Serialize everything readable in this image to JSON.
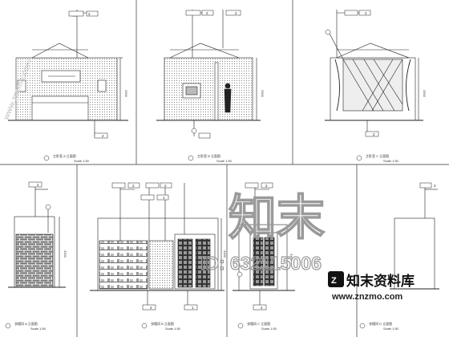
{
  "sheet": {
    "top_row": [
      {
        "title": "主卧室 A 立面图",
        "scale": "Scale 1:50",
        "tags": [
          "2",
          "2",
          "2"
        ]
      },
      {
        "title": "主卧室 B 立面图",
        "scale": "Scale 1:50",
        "tags": [
          "2",
          "2",
          "2"
        ]
      },
      {
        "title": "主卧室 C 立面图",
        "scale": "Scale 1:50",
        "tags": [
          "2",
          "2"
        ]
      }
    ],
    "bottom_row": [
      {
        "title": "衣帽间 A 立面图",
        "scale": "Scale 1:50",
        "tags": [
          "2"
        ]
      },
      {
        "title": "衣帽间 B 立面图",
        "scale": "Scale 1:50",
        "tags": [
          "2",
          "2",
          "1",
          "2",
          "1",
          "2"
        ]
      },
      {
        "title": "衣帽间 C 立面图",
        "scale": "Scale 1:50",
        "tags": [
          "2",
          "2",
          "2",
          "2"
        ]
      },
      {
        "title": "衣帽间 D 立面图",
        "scale": "Scale 1:50",
        "tags": [
          "2"
        ]
      }
    ],
    "dims": [
      "3300",
      "3300",
      "3300",
      "3300",
      "3300",
      "3300"
    ]
  },
  "watermark": {
    "brand_cn": "知末",
    "id_text": "ID: 632115006",
    "logo_text": "知末资料库",
    "url": "www.znzmo.com",
    "side_url": "www.znzmo.com"
  }
}
